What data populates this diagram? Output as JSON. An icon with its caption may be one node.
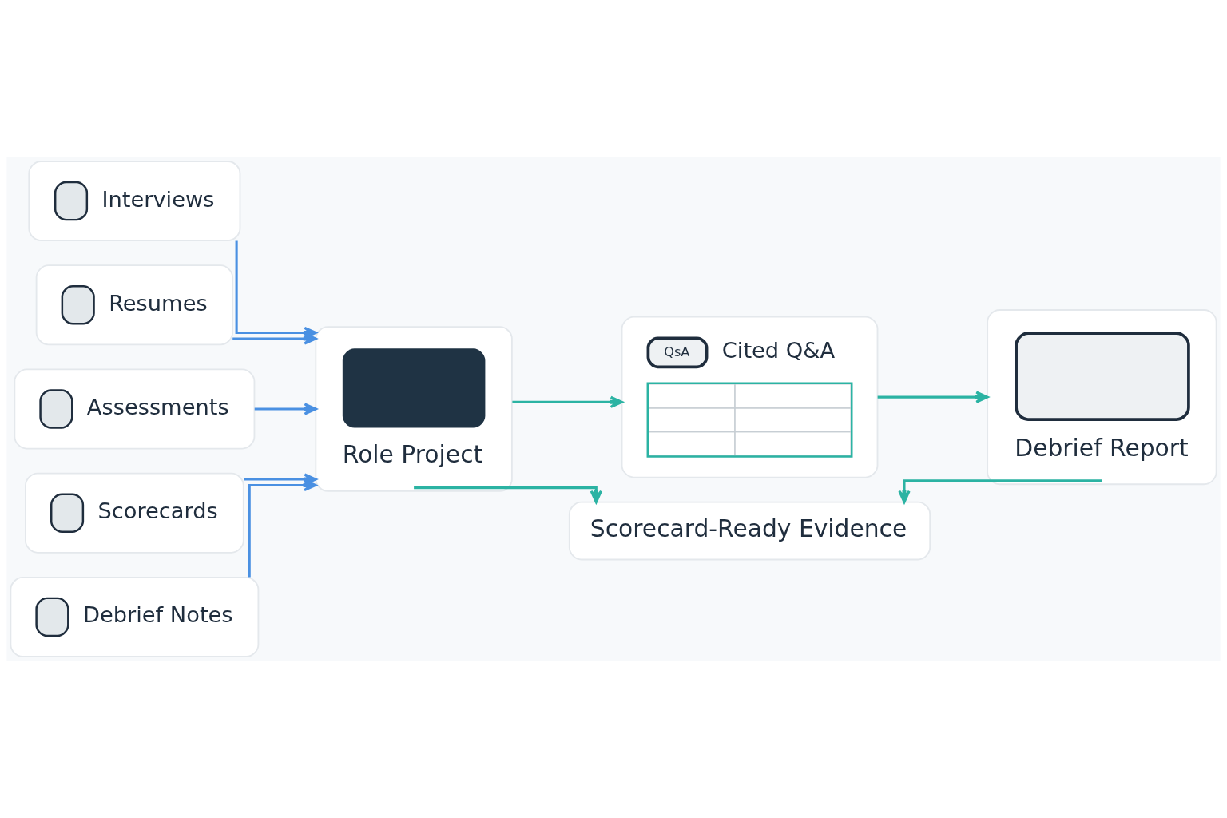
{
  "diagram": {
    "nodes": [
      {
        "text": [
          "Interviews"
        ]
      },
      {
        "text": [
          "Resumes"
        ]
      },
      {
        "text": [
          "Assessments"
        ]
      },
      {
        "text": [
          "Scorecards"
        ]
      },
      {
        "text": [
          "Debrief Notes"
        ]
      },
      {
        "text": [
          "Role Project"
        ]
      },
      {
        "text": [
          "QsA",
          "Cited Q&A"
        ]
      },
      {
        "text": [
          "Debrief Report"
        ]
      },
      {
        "text": [
          "Scorecard-Ready Evidence"
        ]
      }
    ],
    "edges": [
      {
        "from": 0,
        "to": 5,
        "arrow": "to"
      },
      {
        "from": 1,
        "to": 5,
        "arrow": "to"
      },
      {
        "from": 2,
        "to": 5,
        "arrow": "to"
      },
      {
        "from": 3,
        "to": 5,
        "arrow": "to"
      },
      {
        "from": 4,
        "to": 5,
        "arrow": "to"
      },
      {
        "from": 5,
        "to": 6,
        "arrow": "to",
        "color": "#2bb3a3"
      },
      {
        "from": 6,
        "to": 7,
        "arrow": "to",
        "color": "#2bb3a3"
      },
      {
        "from": 5,
        "to": 8,
        "arrow": "to",
        "color": "#2bb3a3"
      },
      {
        "from": 7,
        "to": 8,
        "arrow": "to",
        "color": "#2bb3a3"
      }
    ]
  }
}
